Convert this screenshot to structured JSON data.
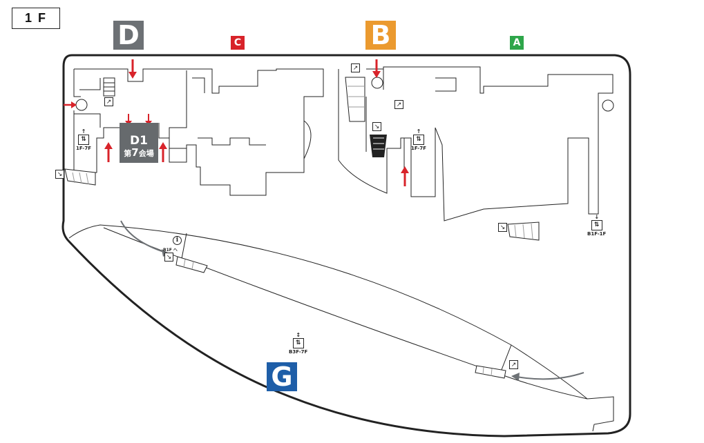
{
  "floor": {
    "label": "1 F"
  },
  "zones": [
    {
      "id": "D",
      "label": "D",
      "color": "#6d7175"
    },
    {
      "id": "C",
      "label": "C",
      "color": "#d8232a"
    },
    {
      "id": "B",
      "label": "B",
      "color": "#eb9a2f"
    },
    {
      "id": "A",
      "label": "A",
      "color": "#2ea64a"
    },
    {
      "id": "G",
      "label": "G",
      "color": "#1e5ea8"
    }
  ],
  "venue": {
    "code": "D1",
    "hall_prefix": "第",
    "hall_number": "7",
    "hall_suffix": "会場",
    "color": "#666a6d"
  },
  "elevators": [
    {
      "id": "d",
      "label": "1F-7F"
    },
    {
      "id": "b",
      "label": "1F-7F"
    },
    {
      "id": "a",
      "label": "B1F-1F"
    },
    {
      "id": "g",
      "label": "B3F-7F"
    }
  ],
  "escalator_notes": {
    "to_b1f": "B1F へ"
  },
  "icons": {
    "info": "info-icon",
    "escalator": "escalator-icon",
    "elevator": "elevator-icon",
    "entrance_arrow": "entrance-arrow-icon"
  },
  "colors": {
    "arrow": "#d8232a",
    "wall": "#222222",
    "walkway_arrow": "#6d7175"
  }
}
